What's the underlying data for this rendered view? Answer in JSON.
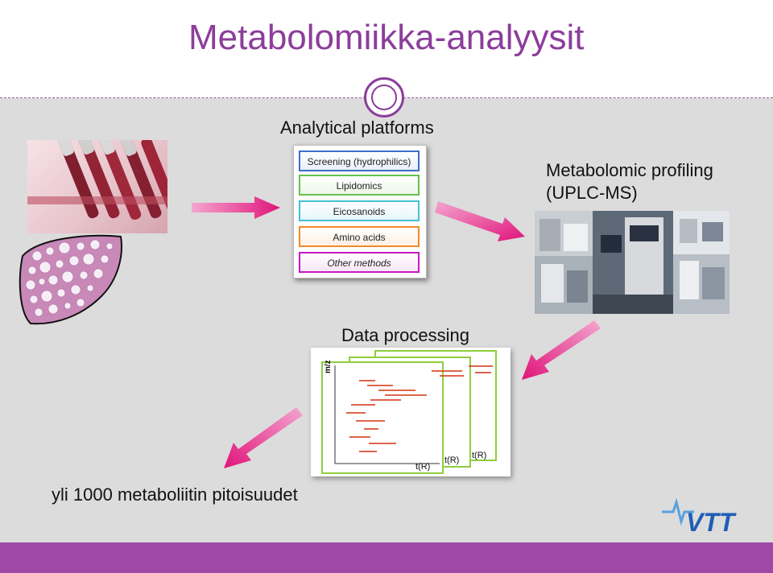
{
  "slide": {
    "title": "Metabolomiikka-analyysit"
  },
  "labels": {
    "analytical_platforms": "Analytical platforms",
    "profiling_line1": "Metabolomic profiling",
    "profiling_line2": "(UPLC-MS)",
    "data_processing": "Data processing",
    "result": "yli 1000 metaboliitin pitoisuudet"
  },
  "platforms": [
    "Screening (hydrophilics)",
    "Lipidomics",
    "Eicosanoids",
    "Amino acids",
    "Other methods"
  ],
  "chromatogram": {
    "y_axis_label": "m/z",
    "x_axis_labels": [
      "t(R)",
      "t(R)",
      "t(R)"
    ]
  },
  "logo": {
    "text": "VTT"
  },
  "colors": {
    "title": "#8c3d9b",
    "footer": "#9e4aa6",
    "content_bg": "#dcdcdc",
    "arrow": "#e0147a",
    "platform_borders": [
      "#3b6fc6",
      "#66c04a",
      "#44c0d6",
      "#f08a2c",
      "#c51ac5"
    ],
    "logo_blue": "#1f5fb5"
  },
  "icons": [
    "blood-tubes-photo",
    "liver-tissue-icon",
    "instrument-photos",
    "right-arrow-icon",
    "down-left-arrow-icon",
    "vtt-logo"
  ]
}
